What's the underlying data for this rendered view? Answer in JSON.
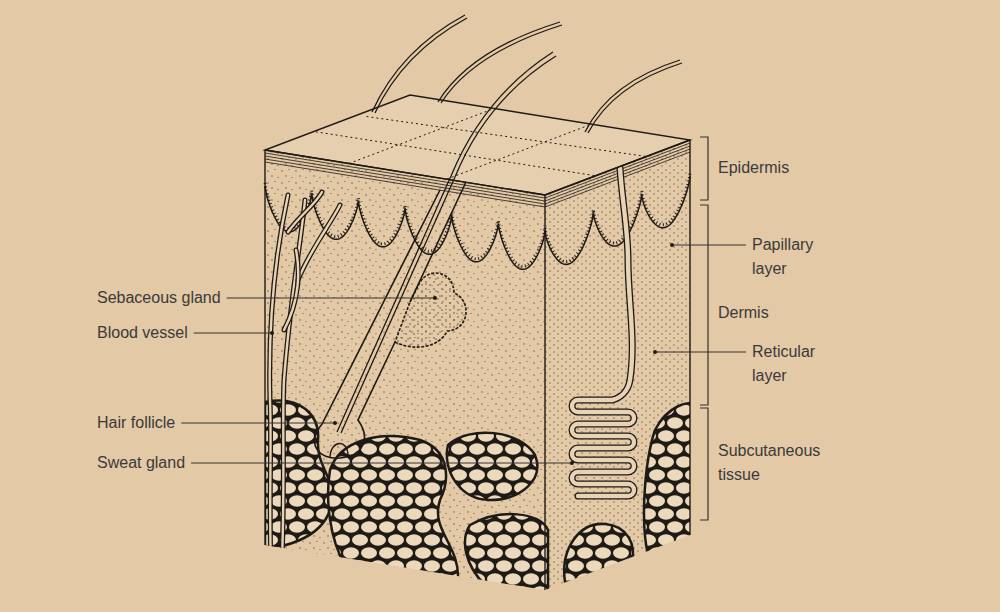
{
  "diagram": {
    "labels": [
      "Epidermis",
      "Papillary layer",
      "Sebaceous gland",
      "Dermis",
      "Blood vessel",
      "Reticular layer",
      "Hair follicle",
      "Subcutaneous tissue",
      "Sweat gland"
    ]
  }
}
